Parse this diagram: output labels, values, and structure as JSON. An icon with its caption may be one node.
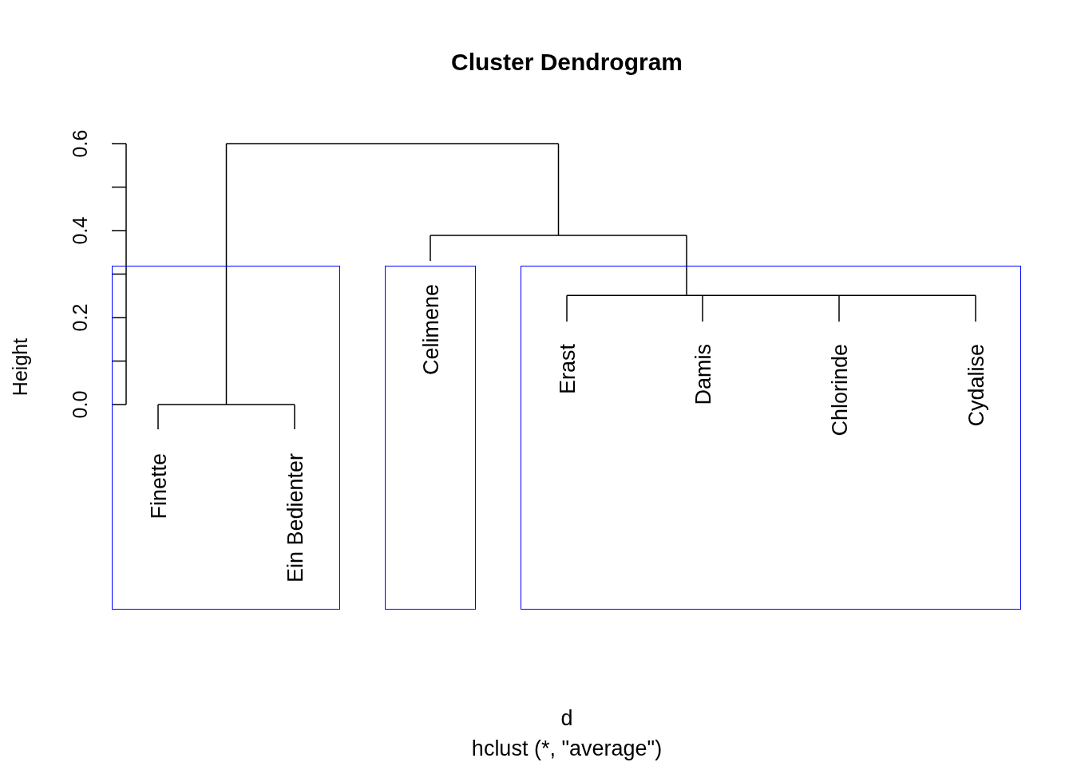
{
  "diagram": {
    "title": "Cluster Dendrogram",
    "nodes": [
      {
        "text": [
          "Finette",
          "Ein Bedienter"
        ]
      },
      {
        "text": [
          "Celimene"
        ]
      },
      {
        "text": [
          "Erast",
          "Damis",
          "Chlorinde",
          "Cydalise"
        ]
      }
    ],
    "labels": [
      "0.0",
      "0.2",
      "0.4",
      "0.6",
      "Height",
      "d",
      "hclust (*, \"average\")"
    ]
  }
}
